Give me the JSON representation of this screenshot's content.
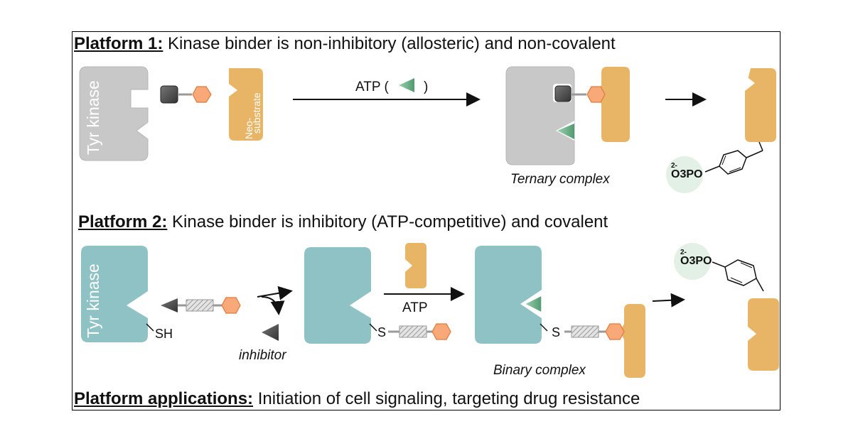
{
  "platform1": {
    "label": "Platform 1:",
    "text": " Kinase binder is non-inhibitory (allosteric) and non-covalent",
    "kinase_label": "Tyr kinase",
    "neo_line1": "Neo-",
    "neo_line2": "substrate",
    "arrow_label_pre": "ATP (",
    "arrow_label_post": ")",
    "complex_label": "Ternary complex",
    "phospho_label": "O3PO",
    "phospho_charge": "2-"
  },
  "platform2": {
    "label": "Platform 2:",
    "text": " Kinase binder is inhibitory (ATP-competitive) and covalent",
    "kinase_label": "Tyr kinase",
    "sh_label": "SH",
    "s_label": "S",
    "inhibitor_label": "inhibitor",
    "atp_label": "ATP",
    "complex_label": "Binary complex",
    "phospho_label": "O3PO",
    "phospho_charge": "2-"
  },
  "applications": {
    "label": "Platform applications:",
    "text": " Initiation of cell signaling, targeting drug resistance"
  },
  "colors": {
    "kinase_gray": "#c8c8c8",
    "kinase_teal": "#8fc2c4",
    "substrate": "#e8b566",
    "hexagon": "#f9a878",
    "atp_green": "#6fae8a",
    "phospho_bg": "#e3f0e5"
  }
}
